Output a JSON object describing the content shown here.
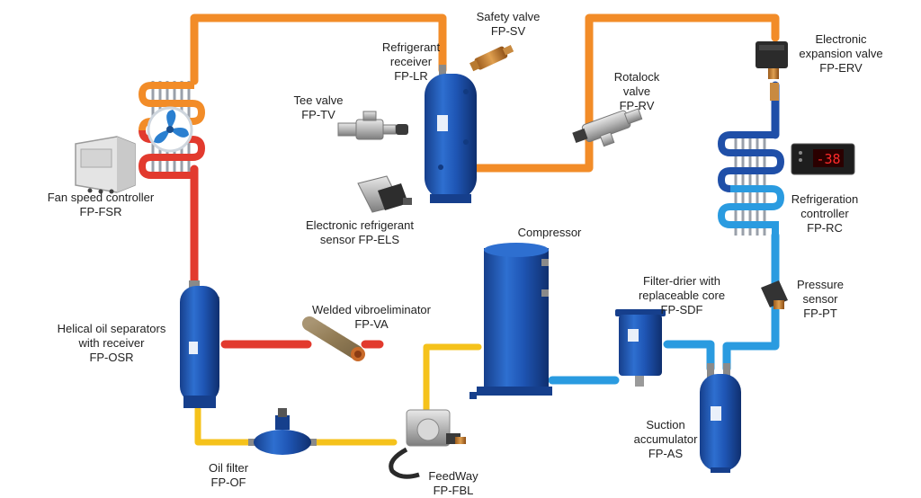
{
  "colors": {
    "hot_gas": "#e23a2e",
    "liquid": "#f28c28",
    "oil": "#f5c21b",
    "suction": "#2a9be0",
    "expanded": "#1f4fa8",
    "vessel": "#1f56b5"
  },
  "labels": {
    "safety_valve": [
      "Safety valve",
      "FP-SV"
    ],
    "receiver": [
      "Refrigerant",
      "receiver",
      "FP-LR"
    ],
    "tee_valve": [
      "Tee valve",
      "FP-TV"
    ],
    "rotalock": [
      "Rotalock",
      "valve",
      "FP-RV"
    ],
    "exp_valve": [
      "Electronic",
      "expansion valve",
      "FP-ERV"
    ],
    "fan_controller": [
      "Fan speed controller",
      "FP-FSR"
    ],
    "elec_sensor": [
      "Electronic refrigerant",
      "sensor FP-ELS"
    ],
    "compressor": [
      "Compressor"
    ],
    "ref_controller": [
      "Refrigeration",
      "controller",
      "FP-RC"
    ],
    "filter_drier": [
      "Filter-drier with",
      "replaceable core",
      "FP-SDF"
    ],
    "pressure_sensor": [
      "Pressure",
      "sensor",
      "FP-PT"
    ],
    "oil_sep": [
      "Helical oil separators",
      "with receiver",
      "FP-OSR"
    ],
    "vibro": [
      "Welded vibroeliminator",
      "FP-VA"
    ],
    "suction_acc": [
      "Suction",
      "accumulator",
      "FP-AS"
    ],
    "oil_filter": [
      "Oil filter",
      "FP-OF"
    ],
    "feedway": [
      "FeedWay",
      "FP-FBL"
    ]
  },
  "controller_display": "-38",
  "icons": [
    "fan-icon",
    "condenser-coil-icon",
    "evaporator-coil-icon"
  ]
}
